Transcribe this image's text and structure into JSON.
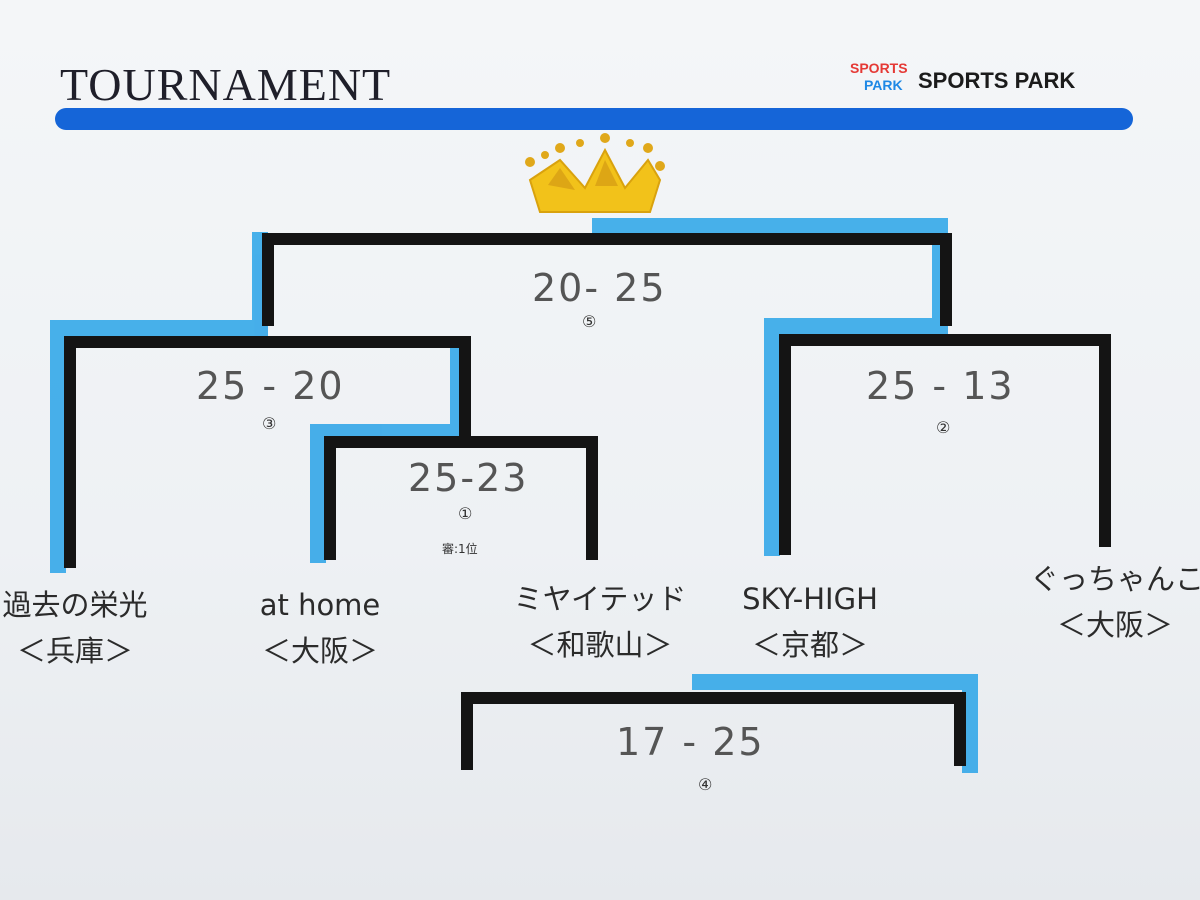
{
  "header": {
    "title": "TOURNAMENT",
    "brand_logo_line1": "SPORTS",
    "brand_logo_line2": "PARK",
    "brand_name": "SPORTS PARK"
  },
  "teams": [
    {
      "name": "過去の栄光",
      "region": "＜兵庫＞"
    },
    {
      "name": "at home",
      "region": "＜大阪＞"
    },
    {
      "name": "ミヤイテッド",
      "region": "＜和歌山＞"
    },
    {
      "name": "SKY-HIGH",
      "region": "＜京都＞"
    },
    {
      "name": "ぐっちゃんこ",
      "region": "＜大阪＞"
    }
  ],
  "matches": [
    {
      "no": "①",
      "score": "25-23",
      "note": "審:1位"
    },
    {
      "no": "②",
      "score": "25 - 13"
    },
    {
      "no": "③",
      "score": "25 - 20"
    },
    {
      "no": "④",
      "score": "17 - 25"
    },
    {
      "no": "⑤",
      "score": "20- 25"
    }
  ],
  "colors": {
    "brand_bar": "#1565d8",
    "winner_highlight": "#29a3e8",
    "bracket_line": "#141414",
    "crown": "#f2c21a"
  }
}
